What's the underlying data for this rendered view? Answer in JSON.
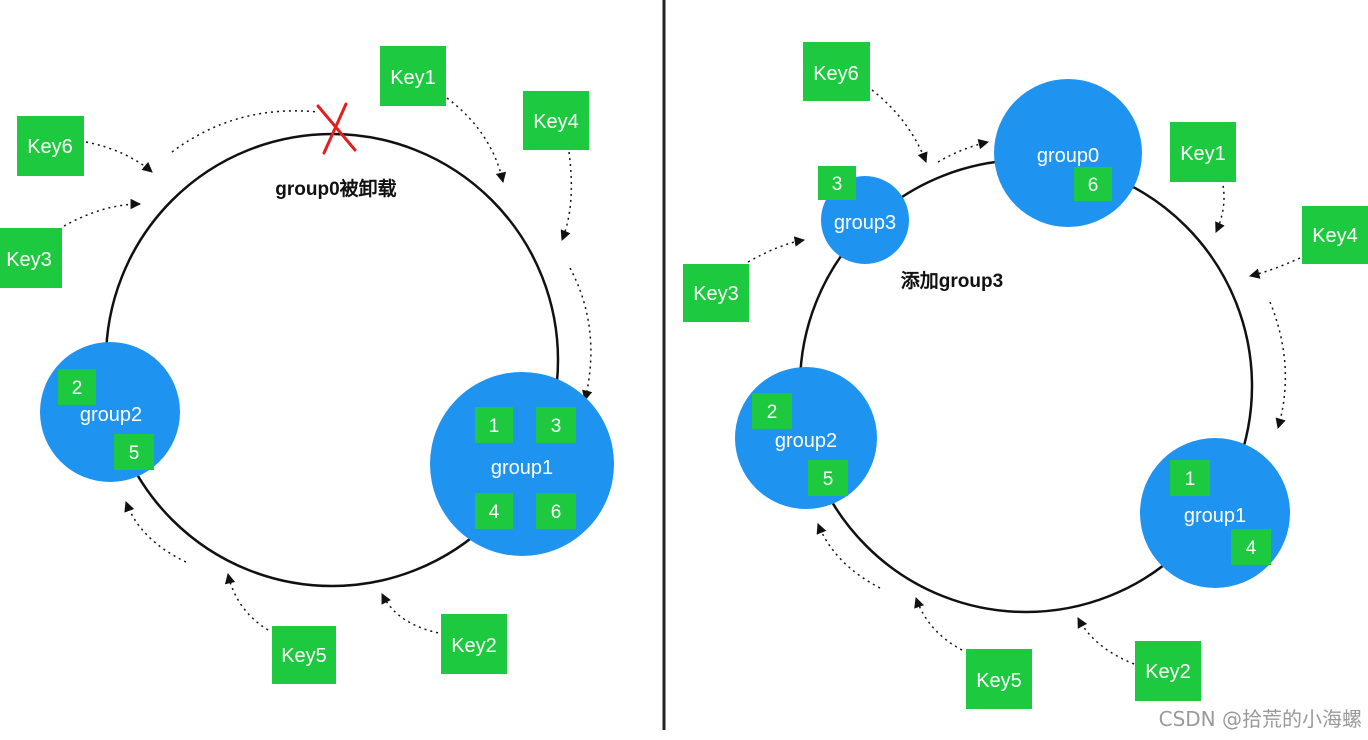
{
  "colors": {
    "node": "#1e93f0",
    "key": "#1dc93f",
    "ring": "#111111",
    "divider": "#222222",
    "removed_mark": "#e02020",
    "text_dark": "#111111",
    "text_light": "#ffffff",
    "watermark": "#9a9a9a"
  },
  "icons": {
    "removed_mark": "cross-icon"
  },
  "left_panel": {
    "caption": "group0被卸载",
    "groups": {
      "group1": {
        "label": "group1",
        "slots": [
          "1",
          "3",
          "4",
          "6"
        ]
      },
      "group2": {
        "label": "group2",
        "slots": [
          "2",
          "5"
        ]
      }
    },
    "keys": {
      "key1": "Key1",
      "key2": "Key2",
      "key3": "Key3",
      "key4": "Key4",
      "key5": "Key5",
      "key6": "Key6"
    }
  },
  "right_panel": {
    "caption": "添加group3",
    "groups": {
      "group0": {
        "label": "group0",
        "slots": [
          "6"
        ]
      },
      "group1": {
        "label": "group1",
        "slots": [
          "1",
          "4"
        ]
      },
      "group2": {
        "label": "group2",
        "slots": [
          "2",
          "5"
        ]
      },
      "group3": {
        "label": "group3",
        "slots": [
          "3"
        ]
      }
    },
    "keys": {
      "key1": "Key1",
      "key2": "Key2",
      "key3": "Key3",
      "key4": "Key4",
      "key5": "Key5",
      "key6": "Key6"
    }
  },
  "watermark": "CSDN @拾荒的小海螺"
}
